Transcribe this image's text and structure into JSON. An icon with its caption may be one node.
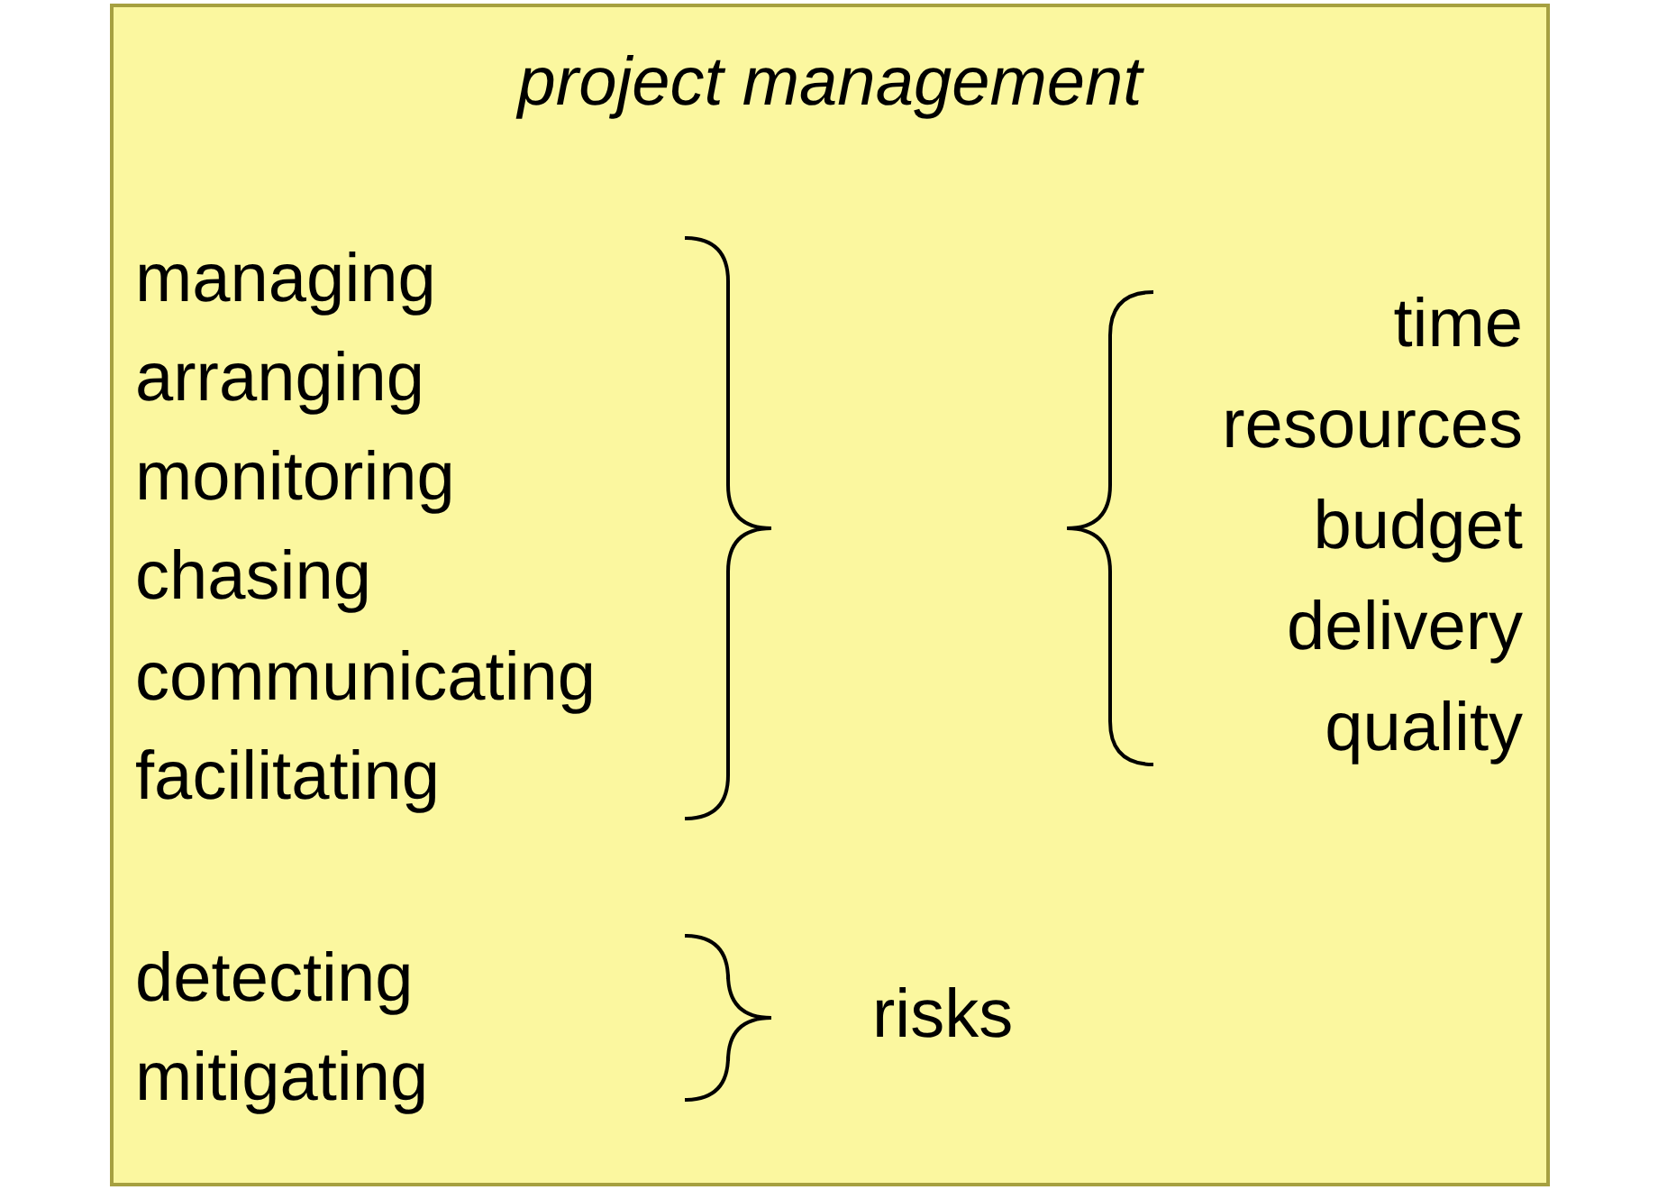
{
  "diagram": {
    "nodes": [
      {
        "text": [
          "project management"
        ]
      }
    ],
    "labels": [
      "managing",
      "arranging",
      "monitoring",
      "chasing",
      "communicating",
      "facilitating",
      "time",
      "resources",
      "budget",
      "delivery",
      "quality",
      "detecting",
      "mitigating",
      "risks"
    ]
  }
}
